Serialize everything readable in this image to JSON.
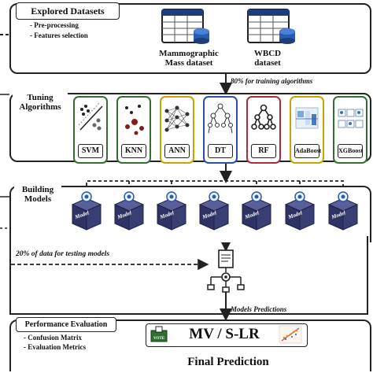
{
  "datasets_panel": {
    "title": "Explored Datasets",
    "steps": [
      "- Pre-processing",
      "- Features selection"
    ],
    "datasets": [
      {
        "name_line1": "Mammographic",
        "name_line2": "Mass dataset"
      },
      {
        "name_line1": "WBCD",
        "name_line2": "dataset"
      }
    ]
  },
  "training_split_label": "80% for training algorithms",
  "tuning_panel": {
    "title_line1": "Tuning",
    "title_line2": "Algorithms",
    "algorithms": [
      {
        "label": "SVM",
        "border_color": "#2f6f2f"
      },
      {
        "label": "KNN",
        "border_color": "#2f6f2f"
      },
      {
        "label": "ANN",
        "border_color": "#c8a400"
      },
      {
        "label": "DT",
        "border_color": "#2b4fa8"
      },
      {
        "label": "RF",
        "border_color": "#b02a3a"
      },
      {
        "label": "AdaBoost",
        "border_color": "#c8a400"
      },
      {
        "label": "XGBoost",
        "border_color": "#2f6f2f"
      }
    ]
  },
  "building_panel": {
    "title_line1": "Building",
    "title_line2": "Models",
    "model_label": "Model",
    "model_count": 7
  },
  "testing_split_label": "20% of data for testing models",
  "predictions_label": "Models Predictions",
  "evaluation_panel": {
    "title": "Performance Evaluation",
    "metrics": [
      "- Confusion Matrix",
      "- Evaluation Metrics"
    ],
    "method": "MV / S-LR",
    "vote_label": "VOTE"
  },
  "final_label": "Final Prediction",
  "colors": {
    "model_cube": "#3a3f73",
    "model_cube_top": "#5a5f98",
    "accent_arrow": "#222222"
  }
}
